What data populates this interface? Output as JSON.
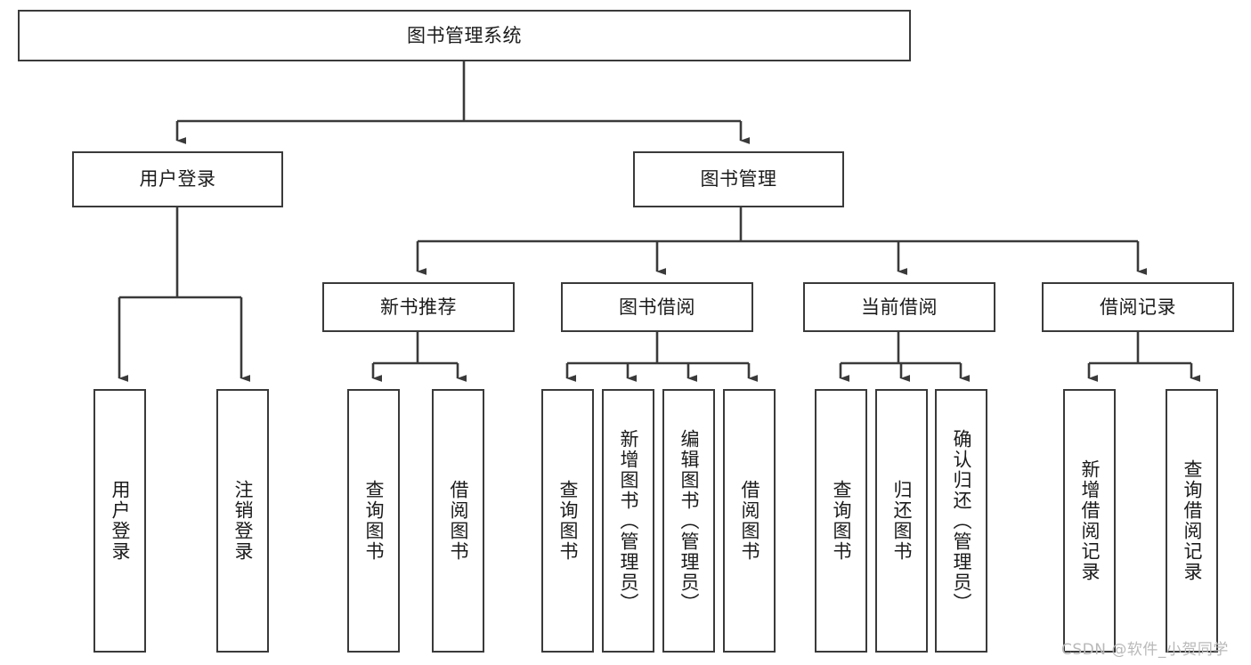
{
  "diagram": {
    "title": "图书管理系统",
    "type": "tree-hierarchy-diagram",
    "colors": {
      "stroke": "#3a3a3a",
      "fill": "#ffffff",
      "text": "#1b1b1b",
      "watermark": "#b9b9b9"
    },
    "nodes": {
      "root": {
        "label": "图书管理系统"
      },
      "level2": [
        {
          "label": "用户登录"
        },
        {
          "label": "图书管理"
        }
      ],
      "level3": [
        {
          "label": "新书推荐"
        },
        {
          "label": "图书借阅"
        },
        {
          "label": "当前借阅"
        },
        {
          "label": "借阅记录"
        }
      ],
      "leaves_user_login": [
        {
          "label": "用户登录"
        },
        {
          "label": "注销登录"
        }
      ],
      "leaves_new_book": [
        {
          "label": "查询图书"
        },
        {
          "label": "借阅图书"
        }
      ],
      "leaves_borrow": [
        {
          "label": "查询图书"
        },
        {
          "label": "新增图书（管理员）"
        },
        {
          "label": "编辑图书（管理员）"
        },
        {
          "label": "借阅图书"
        }
      ],
      "leaves_current": [
        {
          "label": "查询图书"
        },
        {
          "label": "归还图书"
        },
        {
          "label": "确认归还（管理员）"
        }
      ],
      "leaves_records": [
        {
          "label": "新增借阅记录"
        },
        {
          "label": "查询借阅记录"
        }
      ]
    },
    "watermark": "CSDN @软件_小贺同学"
  }
}
